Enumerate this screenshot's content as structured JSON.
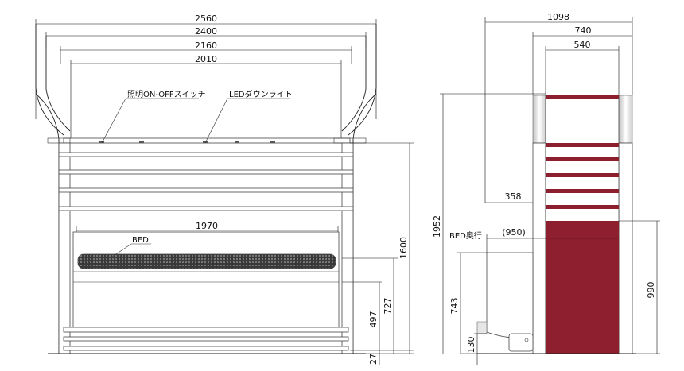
{
  "front_view": {
    "dimensions": {
      "width_overall": "2560",
      "width_2": "2400",
      "width_3": "2160",
      "width_inner": "2010",
      "bed_width": "1970",
      "height_total": "1600",
      "height_727": "727",
      "height_497": "497",
      "height_27": "27"
    },
    "labels": {
      "light_switch": "照明ON-OFFスイッチ",
      "led_downlight": "LEDダウンライト",
      "bed": "BED"
    }
  },
  "side_view": {
    "dimensions": {
      "depth_overall": "1098",
      "depth_740": "740",
      "depth_540": "540",
      "depth_358": "358",
      "bed_depth": "(950)",
      "height_total": "1952",
      "height_990": "990",
      "height_743": "743",
      "height_130": "130"
    },
    "labels": {
      "bed_depth": "BED奥行"
    }
  },
  "colors": {
    "accent_red": "#8e1f2f",
    "line": "#222222",
    "background": "#ffffff"
  }
}
